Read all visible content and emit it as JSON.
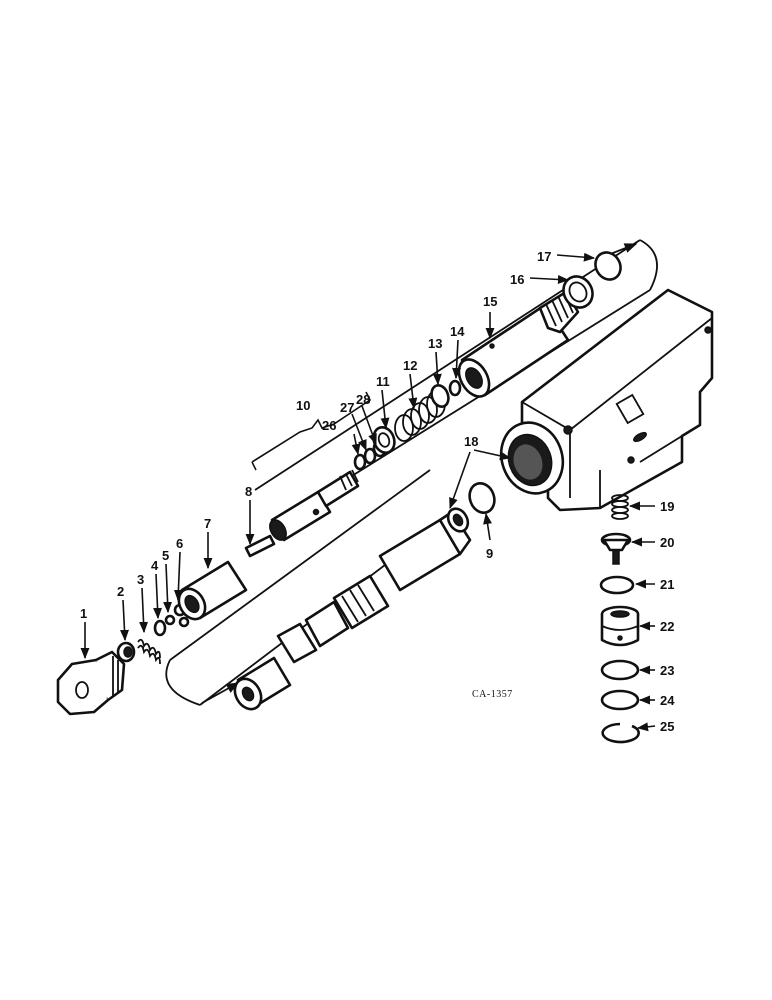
{
  "diagram": {
    "drawing_code": "CA-1357",
    "callouts": [
      "1",
      "2",
      "3",
      "4",
      "5",
      "6",
      "7",
      "8",
      "9",
      "10",
      "11",
      "12",
      "13",
      "14",
      "15",
      "16",
      "17",
      "18",
      "19",
      "20",
      "21",
      "22",
      "23",
      "24",
      "25",
      "26",
      "27",
      "28"
    ]
  }
}
